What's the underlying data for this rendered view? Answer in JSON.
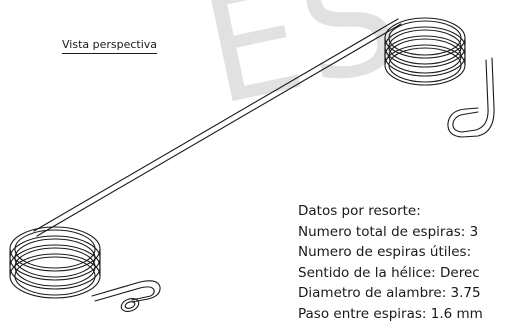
{
  "view_title": "Vista perspectiva",
  "watermark_text": "ES",
  "specs": {
    "heading": "Datos por resorte:",
    "lines": [
      "Numero total de espiras: 3",
      "Numero de espiras útiles:",
      "Sentido de la hélice: Derec",
      "Diametro de alambre: 3.75",
      "Paso entre espiras: 1.6 mm"
    ]
  },
  "colors": {
    "line": "#1a1a1a",
    "watermark": "#b5b5b5",
    "background": "#ffffff"
  }
}
